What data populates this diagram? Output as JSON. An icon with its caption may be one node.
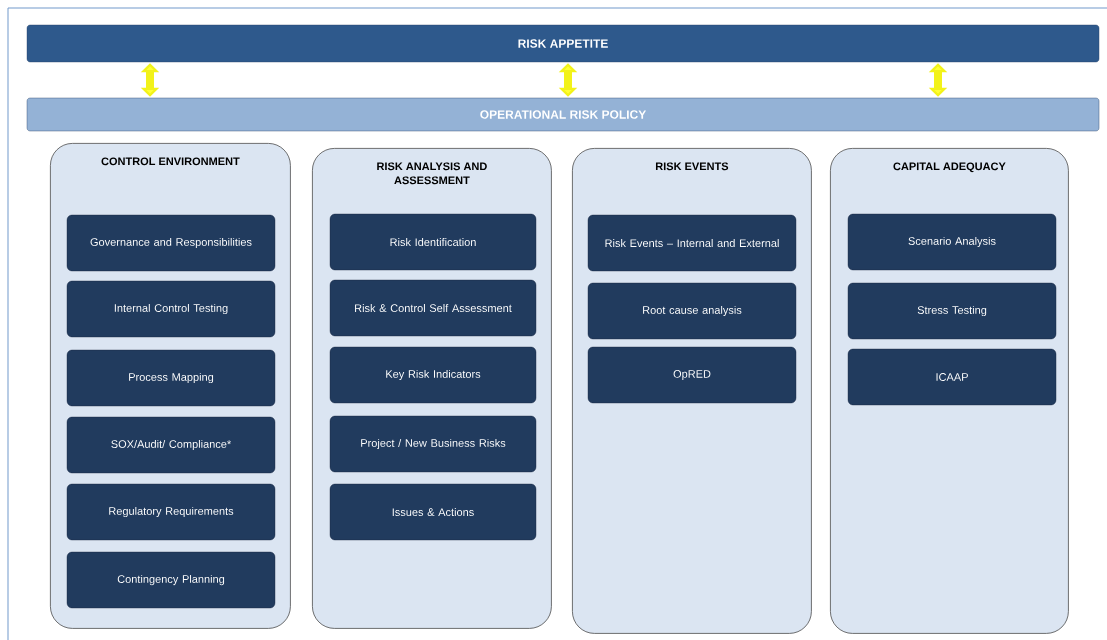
{
  "diagram": {
    "nodes": [
      {
        "text": [
          "RISK APPETITE"
        ]
      },
      {
        "text": [
          "OPERATIONAL RISK POLICY"
        ]
      },
      {
        "text": [
          "CONTROL ENVIRONMENT"
        ]
      },
      {
        "text": [
          "Governance and Responsibilities"
        ],
        "in": 2
      },
      {
        "text": [
          "Internal Control Testing"
        ],
        "in": 2
      },
      {
        "text": [
          "Process Mapping"
        ],
        "in": 2
      },
      {
        "text": [
          "SOX/Audit/ Compliance*"
        ],
        "in": 2
      },
      {
        "text": [
          "Regulatory Requirements"
        ],
        "in": 2
      },
      {
        "text": [
          "Contingency Planning"
        ],
        "in": 2
      },
      {
        "text": [
          "RISK ANALYSIS AND ASSESSMENT"
        ]
      },
      {
        "text": [
          "Risk Identification"
        ],
        "in": 9
      },
      {
        "text": [
          "Risk & Control Self Assessment"
        ],
        "in": 9
      },
      {
        "text": [
          "Key Risk Indicators"
        ],
        "in": 9
      },
      {
        "text": [
          "Project / New Business Risks"
        ],
        "in": 9
      },
      {
        "text": [
          "Issues & Actions"
        ],
        "in": 9
      },
      {
        "text": [
          "RISK EVENTS"
        ]
      },
      {
        "text": [
          "Risk Events – Internal and External"
        ],
        "in": 15
      },
      {
        "text": [
          "Root cause analysis"
        ],
        "in": 15
      },
      {
        "text": [
          "OpRED"
        ],
        "in": 15
      },
      {
        "text": [
          "CAPITAL ADEQUACY"
        ]
      },
      {
        "text": [
          "Scenario Analysis"
        ],
        "in": 19
      },
      {
        "text": [
          "Stress Testing"
        ],
        "in": 19
      },
      {
        "text": [
          "ICAAP"
        ],
        "in": 19
      }
    ],
    "edges": [
      {
        "from": 0,
        "to": 1,
        "arrow": "both"
      },
      {
        "from": 0,
        "to": 1,
        "arrow": "both"
      },
      {
        "from": 0,
        "to": 1,
        "arrow": "both"
      }
    ]
  }
}
